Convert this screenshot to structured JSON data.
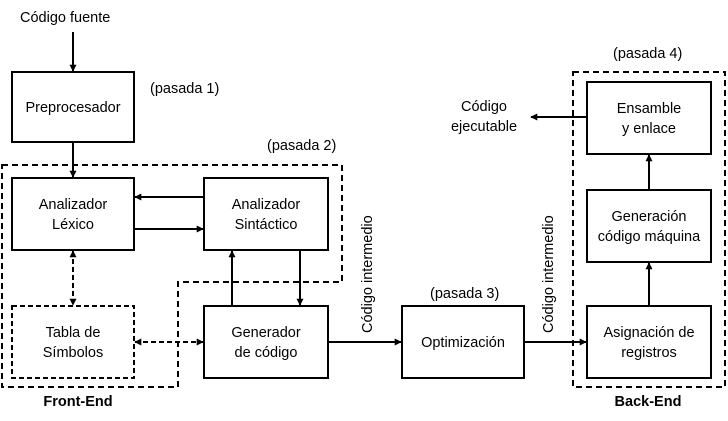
{
  "source_label": "Código fuente",
  "executable_label": [
    "Código",
    "ejecutable"
  ],
  "passes": {
    "p1": "(pasada 1)",
    "p2": "(pasada 2)",
    "p3": "(pasada 3)",
    "p4": "(pasada 4)"
  },
  "boxes": {
    "preprocesador": [
      "Preprocesador"
    ],
    "lexico": [
      "Analizador",
      "Léxico"
    ],
    "sintactico": [
      "Analizador",
      "Sintáctico"
    ],
    "tabla": [
      "Tabla de",
      "Símbolos"
    ],
    "generador": [
      "Generador",
      "de código"
    ],
    "optimizacion": [
      "Optimización"
    ],
    "ensamble": [
      "Ensamble",
      "y enlace"
    ],
    "generacion": [
      "Generación",
      "código máquina"
    ],
    "asignacion": [
      "Asignación de",
      "registros"
    ]
  },
  "intermediate_label": "Código intermedio",
  "front_end_label": "Front-End",
  "back_end_label": "Back-End"
}
